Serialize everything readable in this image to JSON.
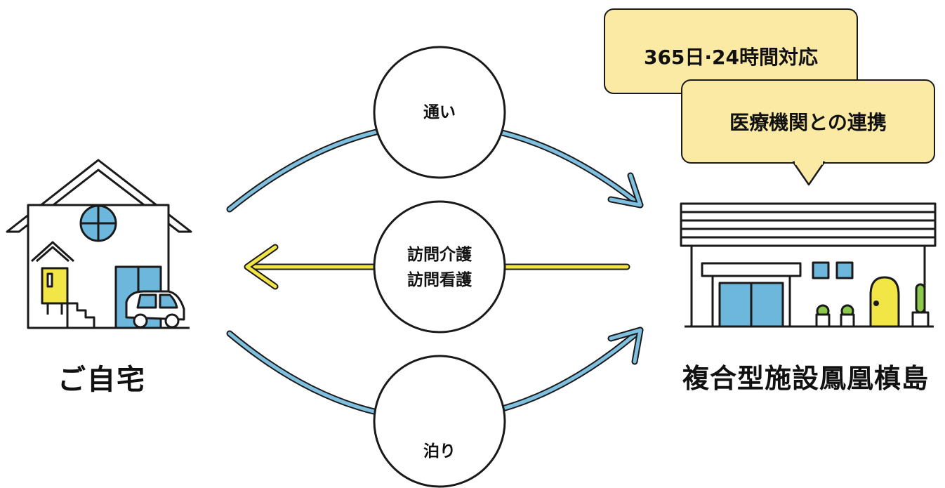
{
  "flows": {
    "commute": "通い",
    "visit_care": "訪問介護",
    "visit_nursing": "訪問看護",
    "stay": "泊り"
  },
  "places": {
    "home": "ご自宅",
    "facility": "複合型施設鳳凰槙島"
  },
  "features": {
    "hours": "365日·24時間対応",
    "medical": "医療機関との連携"
  },
  "colors": {
    "arc": "#7fbfe0",
    "arrow_yellow": "#f2e646",
    "bubble_fill": "#fbeaa3",
    "outline": "#1a1a1a",
    "window_blue": "#6db6dc",
    "door_yellow": "#f2e646",
    "plant_green": "#8cc84b"
  }
}
